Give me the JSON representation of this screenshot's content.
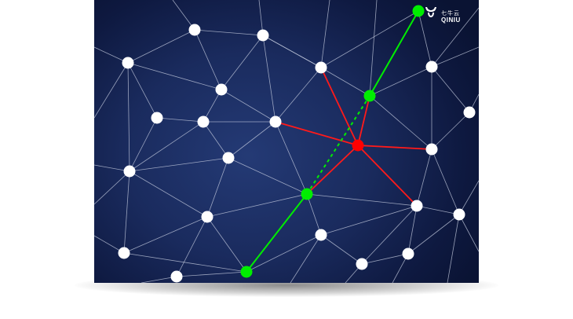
{
  "brand": {
    "name_cn": "七牛云",
    "name_en": "QINIU",
    "icon": "qiniu-cow-icon"
  },
  "colors": {
    "background_dark": "#0a1333",
    "background_mid": "#243a75",
    "mesh_line": "#c7cde0",
    "node_default": "#ffffff",
    "node_highlight": "#00ee00",
    "node_center": "#ff0000",
    "link_highlight": "#00ee00",
    "link_center": "#ff1a1a"
  },
  "graph": {
    "nodes": [
      {
        "id": "n1",
        "role": "default"
      },
      {
        "id": "n2",
        "role": "default"
      },
      {
        "id": "n3",
        "role": "default"
      },
      {
        "id": "n4",
        "role": "default"
      },
      {
        "id": "n5",
        "role": "default"
      },
      {
        "id": "n6",
        "role": "default"
      },
      {
        "id": "n7",
        "role": "default"
      },
      {
        "id": "n8",
        "role": "default"
      },
      {
        "id": "n9",
        "role": "default"
      },
      {
        "id": "n10",
        "role": "default"
      },
      {
        "id": "n11",
        "role": "default"
      },
      {
        "id": "n12",
        "role": "default"
      },
      {
        "id": "n13",
        "role": "default"
      },
      {
        "id": "n14",
        "role": "default"
      },
      {
        "id": "n15",
        "role": "default"
      },
      {
        "id": "n16",
        "role": "default"
      },
      {
        "id": "n17",
        "role": "default"
      },
      {
        "id": "n18",
        "role": "default"
      },
      {
        "id": "n19",
        "role": "default"
      },
      {
        "id": "n20",
        "role": "default"
      },
      {
        "id": "g1",
        "role": "highlight"
      },
      {
        "id": "g2",
        "role": "highlight"
      },
      {
        "id": "g3",
        "role": "highlight"
      },
      {
        "id": "g4",
        "role": "highlight"
      },
      {
        "id": "c",
        "role": "center"
      }
    ],
    "mesh_edges": [
      [
        "n1",
        "n2"
      ],
      [
        "n1",
        "n4"
      ],
      [
        "n1",
        "n3"
      ],
      [
        "n2",
        "n4"
      ],
      [
        "n2",
        "n6"
      ],
      [
        "n2",
        "n3"
      ],
      [
        "n3",
        "n4"
      ],
      [
        "n3",
        "n7"
      ],
      [
        "n4",
        "n5"
      ],
      [
        "n4",
        "n6"
      ],
      [
        "n4",
        "n7"
      ],
      [
        "n5",
        "n6"
      ],
      [
        "n5",
        "n9"
      ],
      [
        "n6",
        "n7"
      ],
      [
        "n6",
        "n8"
      ],
      [
        "n6",
        "n9"
      ],
      [
        "n7",
        "n10"
      ],
      [
        "n7",
        "n11"
      ],
      [
        "n7",
        "g2"
      ],
      [
        "n8",
        "n9"
      ],
      [
        "n8",
        "n11"
      ],
      [
        "n9",
        "n12"
      ],
      [
        "n9",
        "n13"
      ],
      [
        "n8",
        "n12"
      ],
      [
        "n11",
        "n12"
      ],
      [
        "n11",
        "g2"
      ],
      [
        "n11",
        "n14"
      ],
      [
        "n12",
        "n13"
      ],
      [
        "n12",
        "g3"
      ],
      [
        "n12",
        "g4"
      ],
      [
        "n13",
        "g4"
      ],
      [
        "g4",
        "n15"
      ],
      [
        "g4",
        "n16"
      ],
      [
        "g3",
        "n16"
      ],
      [
        "g3",
        "n14"
      ],
      [
        "g3",
        "n15"
      ],
      [
        "n16",
        "n17"
      ],
      [
        "n16",
        "n15"
      ],
      [
        "n17",
        "n18"
      ],
      [
        "n17",
        "n19"
      ],
      [
        "n18",
        "n19"
      ],
      [
        "n18",
        "n14"
      ],
      [
        "n19",
        "n20"
      ],
      [
        "n14",
        "n20"
      ],
      [
        "n20",
        "g1"
      ],
      [
        "n10",
        "g2"
      ],
      [
        "n10",
        "g1"
      ],
      [
        "n10",
        "n20"
      ],
      [
        "g1",
        "n20"
      ],
      [
        "n3",
        "g2"
      ]
    ],
    "highlight_path": [
      [
        "g1",
        "g2"
      ],
      [
        "g3",
        "g4"
      ]
    ],
    "highlight_dashed": [
      [
        "g2",
        "g3"
      ]
    ],
    "center_links": [
      "n10",
      "g2",
      "n20",
      "n14",
      "g3"
    ]
  }
}
